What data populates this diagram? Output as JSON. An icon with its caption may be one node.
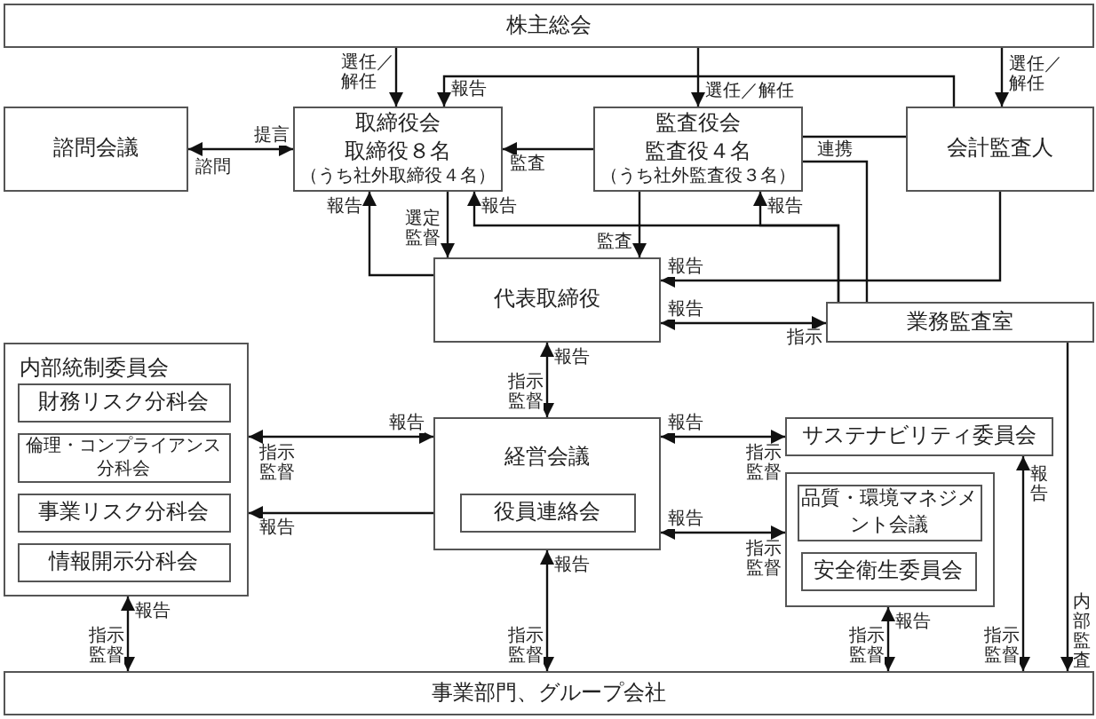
{
  "diagram": {
    "nodes": [
      {
        "text": [
          "株主総会"
        ]
      },
      {
        "text": [
          "諮問会議"
        ]
      },
      {
        "text": [
          "取締役会",
          "取締役８名",
          "（うち社外取締役４名）"
        ]
      },
      {
        "text": [
          "監査役会",
          "監査役４名",
          "（うち社外監査役３名）"
        ]
      },
      {
        "text": [
          "会計監査人"
        ]
      },
      {
        "text": [
          "代表取締役"
        ]
      },
      {
        "text": [
          "業務監査室"
        ]
      },
      {
        "text": [
          "内部統制委員会"
        ]
      },
      {
        "text": [
          "財務リスク分科会"
        ],
        "in": 7
      },
      {
        "text": [
          "倫理・コンプライアンス分科会"
        ],
        "in": 7
      },
      {
        "text": [
          "事業リスク分科会"
        ],
        "in": 7
      },
      {
        "text": [
          "情報開示分科会"
        ],
        "in": 7
      },
      {
        "text": [
          "経営会議"
        ]
      },
      {
        "text": [
          "役員連絡会"
        ],
        "in": 12
      },
      {
        "text": [
          "サステナビリティ委員会"
        ]
      },
      {
        "text": [],
        "shape": "box"
      },
      {
        "text": [
          "品質・環境マネジメント会議"
        ],
        "in": 15
      },
      {
        "text": [
          "安全衛生委員会"
        ],
        "in": 15
      },
      {
        "text": [
          "事業部門、グループ会社"
        ]
      }
    ],
    "edges": [
      {
        "from": 0,
        "to": 2,
        "arrow": "to",
        "label": "選任／解任"
      },
      {
        "from": 0,
        "to": 3,
        "arrow": "to",
        "label": "選任／解任"
      },
      {
        "from": 0,
        "to": 4,
        "arrow": "to",
        "label": "選任／解任"
      },
      {
        "from": 1,
        "to": 2,
        "arrow": "both",
        "label": "提言"
      },
      {
        "from": 3,
        "to": 2,
        "arrow": "to",
        "label": "監査"
      },
      {
        "from": 4,
        "to": 2,
        "arrow": "to",
        "label": "報告"
      },
      {
        "from": 5,
        "to": 2,
        "arrow": "to",
        "label": "報告"
      },
      {
        "from": 2,
        "to": 5,
        "arrow": "to",
        "label": "選定監督"
      },
      {
        "from": 6,
        "to": 2,
        "arrow": "to",
        "label": "報告"
      },
      {
        "from": 6,
        "to": 3,
        "arrow": "to",
        "label": "報告"
      },
      {
        "from": 3,
        "to": 5,
        "arrow": "to",
        "label": "監査"
      },
      {
        "from": 4,
        "to": 5,
        "arrow": "to",
        "label": "報告"
      },
      {
        "from": 3,
        "to": 4,
        "arrow": "none",
        "label": "連携"
      },
      {
        "from": 3,
        "to": 6,
        "arrow": "none"
      },
      {
        "from": 5,
        "to": 6,
        "arrow": "both",
        "label": "報告"
      },
      {
        "from": 5,
        "to": 12,
        "arrow": "both",
        "label": "報告"
      },
      {
        "from": 12,
        "to": 7,
        "arrow": "both",
        "label": "報告"
      },
      {
        "from": 13,
        "to": 7,
        "arrow": "to",
        "label": "報告"
      },
      {
        "from": 12,
        "to": 14,
        "arrow": "both",
        "label": "報告"
      },
      {
        "from": 12,
        "to": 15,
        "arrow": "both",
        "label": "報告"
      },
      {
        "from": 7,
        "to": 18,
        "arrow": "both",
        "label": "報告"
      },
      {
        "from": 12,
        "to": 18,
        "arrow": "both",
        "label": "報告"
      },
      {
        "from": 15,
        "to": 18,
        "arrow": "both",
        "label": "報告"
      },
      {
        "from": 14,
        "to": 18,
        "arrow": "both",
        "label": "報告"
      },
      {
        "from": 6,
        "to": 18,
        "arrow": "to",
        "label": "内部監査"
      }
    ],
    "labels": [
      "諮問",
      "指示",
      "指示監督",
      "指示監督",
      "指示監督",
      "指示監督",
      "指示監督",
      "指示監督",
      "指示監督",
      "指示監督"
    ]
  }
}
